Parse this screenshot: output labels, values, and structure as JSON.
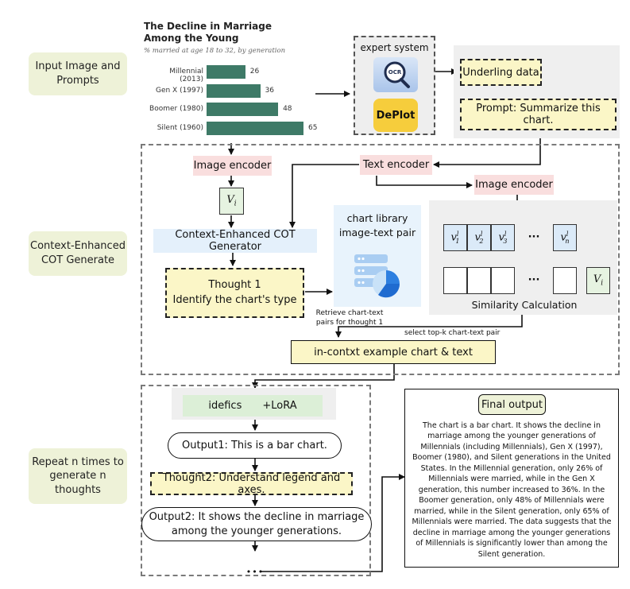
{
  "stages": {
    "input": "Input Image and Prompts",
    "context": "Context-Enhanced COT Generate",
    "repeat": "Repeat n times to generate n thoughts"
  },
  "chart_data": {
    "type": "bar",
    "orientation": "horizontal",
    "title": "The Decline in Marriage Among the Young",
    "subtitle": "% married at age 18 to 32, by generation",
    "categories": [
      "Millennial (2013)",
      "Gen X (1997)",
      "Boomer (1980)",
      "Silent (1960)"
    ],
    "values": [
      26,
      36,
      48,
      65
    ],
    "bar_color": "#3e7a67"
  },
  "expert": {
    "title": "expert system",
    "ocr": "OCR",
    "deplot": "DePlot"
  },
  "outputs": {
    "underling": "Underling data",
    "prompt": "Prompt: Summarize this chart."
  },
  "context": {
    "image_encoder": "Image encoder",
    "text_encoder": "Text encoder",
    "vi": "V",
    "vi_sub": "i",
    "cot_generator": "Context-Enhanced COT Generator",
    "thought1_title": "Thought 1",
    "thought1_body": "Identify the chart's type",
    "library_line1": "chart library",
    "library_line2": "image-text pair",
    "retrieve_line1": "Retrieve chart-text",
    "retrieve_line2": "pairs for thought 1",
    "image_encoder2": "Image encoder",
    "v_items": [
      {
        "base": "v",
        "sup": "l",
        "sub": "1"
      },
      {
        "base": "v",
        "sup": "l",
        "sub": "2"
      },
      {
        "base": "v",
        "sup": "l",
        "sub": "3"
      },
      {
        "base": "v",
        "sup": "l",
        "sub": "n"
      }
    ],
    "ellipsis": "···",
    "similarity": "Similarity Calculation",
    "select_topk": "select top-k chart-text pair",
    "in_context": "in-contxt example chart & text"
  },
  "repeat": {
    "idefics": "idefics",
    "lora": "+LoRA",
    "output1": "Output1: This is a bar chart.",
    "thought2": "Thought2: Understand legend and axes.",
    "output2_line1": "Output2: It shows the decline in marriage",
    "output2_line2": "among the younger generations.",
    "dots": "•••"
  },
  "final": {
    "title": "Final output",
    "text": "The chart is a bar chart. It shows the decline in marriage among the younger generations of Millennials (including Millennials), Gen X (1997), Boomer (1980), and Silent generations in the United States. In the Millennial generation, only 26% of Millennials were married, while in the Gen X generation, this number increased to 36%. In the Boomer generation, only 48% of Millennials were married, while in the Silent generation, only 65% of Millennials were married. The data suggests that the decline in marriage among the younger generations of Millennials is significantly lower than among the Silent generation."
  }
}
